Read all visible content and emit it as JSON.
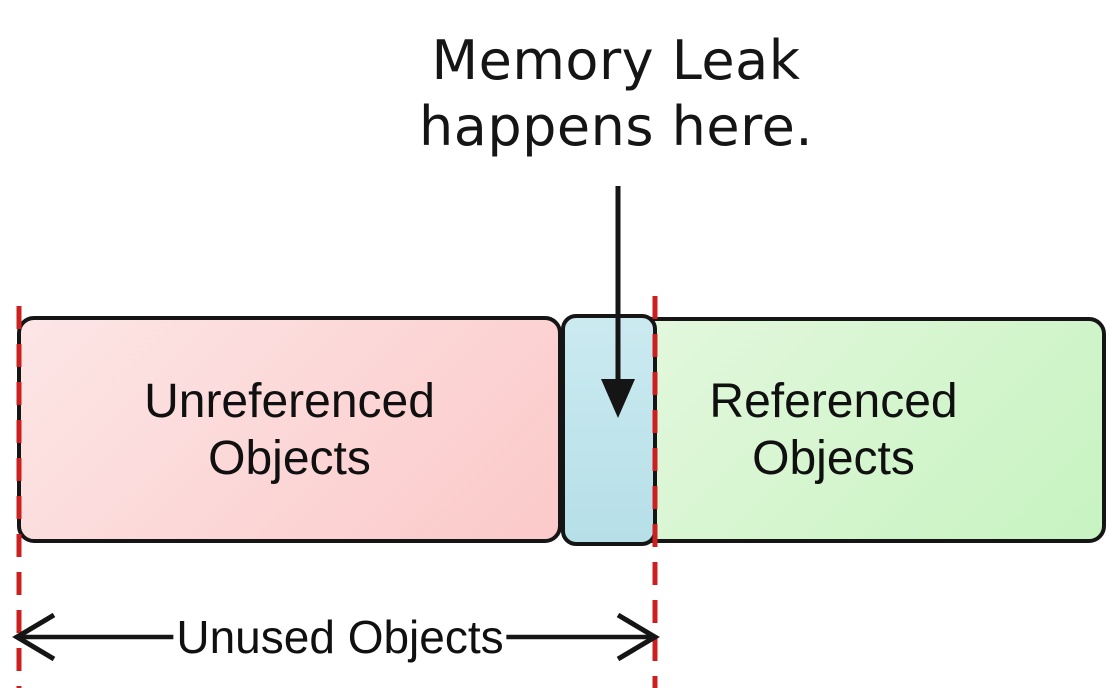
{
  "title": {
    "text": "Memory Leak\nhappens here."
  },
  "diagram": {
    "boxes": [
      {
        "id": "unreferenced-objects",
        "label": "Unreferenced\nObjects",
        "fill_start": "#fde6e6",
        "fill_end": "#fbc9c9"
      },
      {
        "id": "leak-zone",
        "label": "",
        "fill_start": "#cbeaf0",
        "fill_end": "#b6dfe8"
      },
      {
        "id": "referenced-objects",
        "label": "Referenced\nObjects",
        "fill_start": "#e6f8e0",
        "fill_end": "#c7f3c1"
      }
    ],
    "bottom_span_label": "Unused Objects",
    "colors": {
      "outline": "#151515",
      "arrow": "#151515",
      "dashed_line": "#cc2020"
    }
  }
}
